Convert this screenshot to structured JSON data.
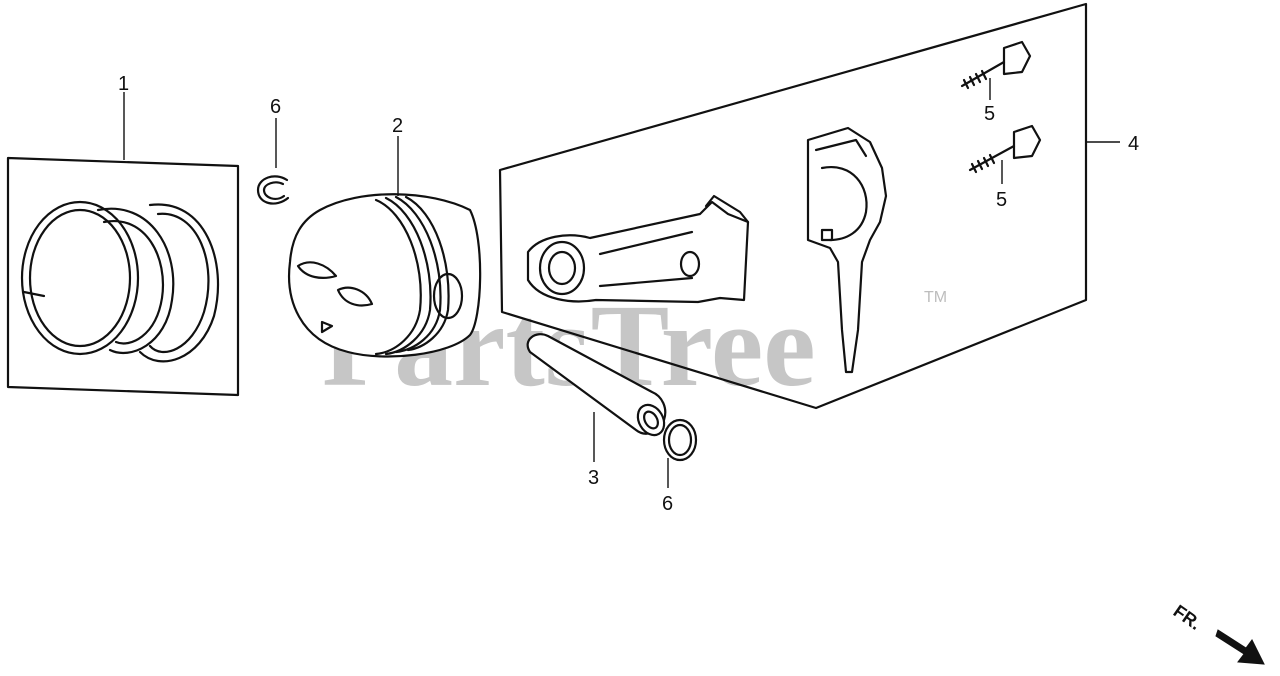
{
  "callouts": {
    "ring_set": "1",
    "piston": "2",
    "piston_pin": "3",
    "connecting_rod_set": "4",
    "rod_bolt_upper": "5",
    "rod_bolt_lower": "5",
    "clip_upper": "6",
    "clip_lower": "6"
  },
  "watermark": {
    "text": "PartsTree",
    "trademark": "TM"
  },
  "direction_marker": {
    "label": "FR."
  },
  "colors": {
    "ink": "#111111",
    "watermark": "#bdbdbd",
    "background": "#ffffff"
  }
}
